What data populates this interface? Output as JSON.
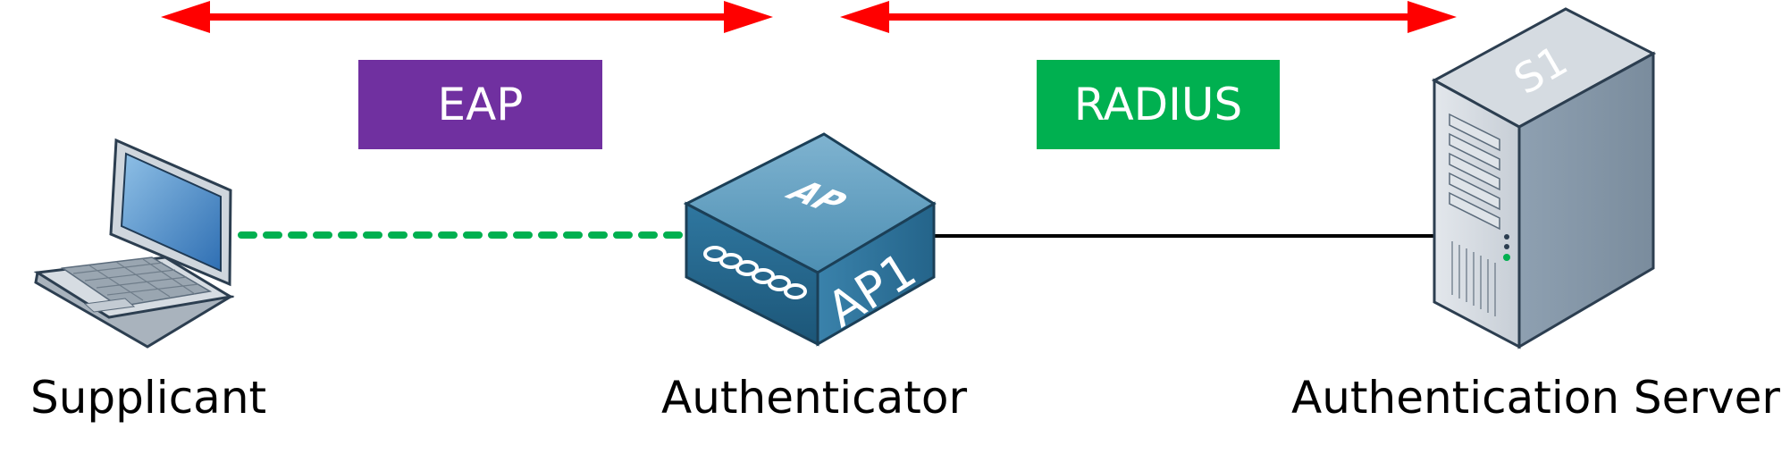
{
  "protocols": {
    "eap": {
      "label": "EAP",
      "color": "#7030a0"
    },
    "radius": {
      "label": "RADIUS",
      "color": "#00b050"
    }
  },
  "nodes": {
    "supplicant": {
      "label": "Supplicant",
      "icon": "laptop-icon"
    },
    "authenticator": {
      "label": "Authenticator",
      "icon": "access-point-icon",
      "device_name": "AP1",
      "device_top_text": "AP"
    },
    "server": {
      "label": "Authentication Server",
      "icon": "server-icon",
      "device_name": "S1"
    }
  },
  "links": {
    "wireless": {
      "style": "dotted",
      "color": "#00b050"
    },
    "wired": {
      "style": "solid",
      "color": "#000000"
    }
  },
  "arrow_color": "#ff0000"
}
